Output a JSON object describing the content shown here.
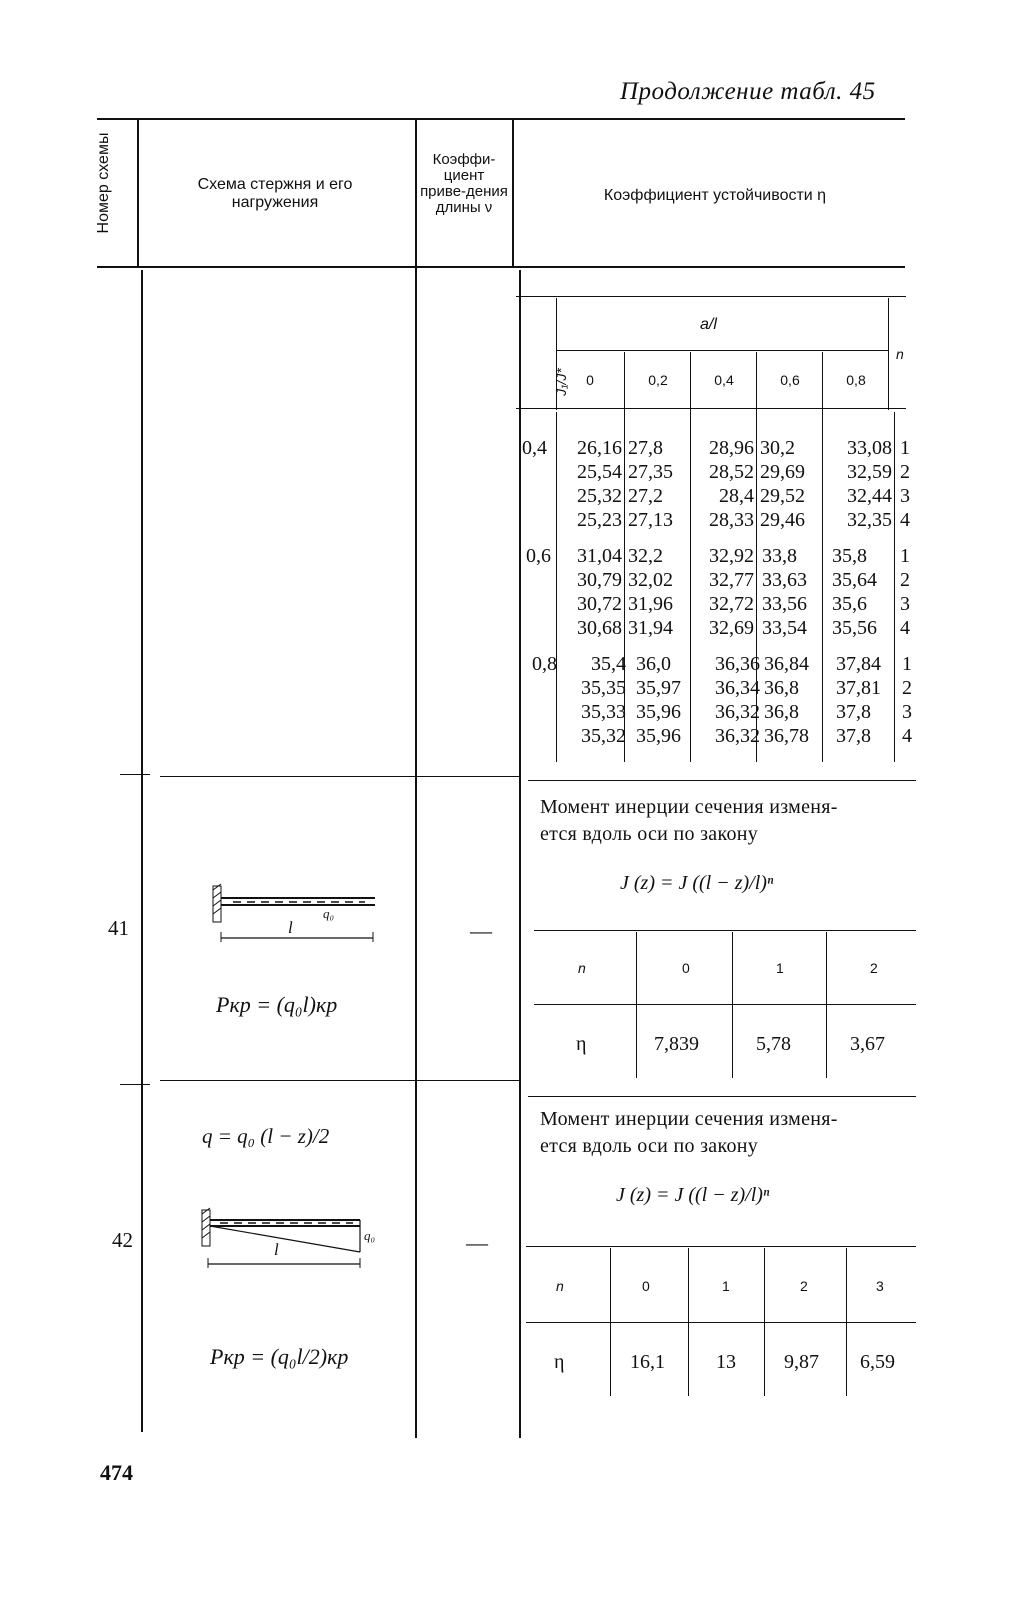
{
  "caption": "Продолжение табл. 45",
  "page_number": "474",
  "header": {
    "col1": "Номер схемы",
    "col2": "Схема стержня и его нагружения",
    "col3": "Коэффи-циент приве-дения длины ν",
    "col4": "Коэффициент устойчивости η"
  },
  "inner_table": {
    "row_header": "J₁/J*",
    "group_header": "a/l",
    "n_header": "n",
    "columns": [
      "0",
      "0,2",
      "0,4",
      "0,6",
      "0,8"
    ],
    "groups": [
      {
        "ratio": "0,4",
        "rows": [
          [
            "26,16",
            "27,8",
            "28,96",
            "30,2",
            "33,08",
            "1"
          ],
          [
            "25,54",
            "27,35",
            "28,52",
            "29,69",
            "32,59",
            "2"
          ],
          [
            "25,32",
            "27,2",
            "28,4",
            "29,52",
            "32,44",
            "3"
          ],
          [
            "25,23",
            "27,13",
            "28,33",
            "29,46",
            "32,35",
            "4"
          ]
        ]
      },
      {
        "ratio": "0,6",
        "rows": [
          [
            "31,04",
            "32,2",
            "32,92",
            "33,8",
            "35,8",
            "1"
          ],
          [
            "30,79",
            "32,02",
            "32,77",
            "33,63",
            "35,64",
            "2"
          ],
          [
            "30,72",
            "31,96",
            "32,72",
            "33,56",
            "35,6",
            "3"
          ],
          [
            "30,68",
            "31,94",
            "32,69",
            "33,54",
            "35,56",
            "4"
          ]
        ]
      },
      {
        "ratio": "0,8",
        "rows": [
          [
            "35,4",
            "36,0",
            "36,36",
            "36,84",
            "37,84",
            "1"
          ],
          [
            "35,35",
            "35,97",
            "36,34",
            "36,8",
            "37,81",
            "2"
          ],
          [
            "35,33",
            "35,96",
            "36,32",
            "36,8",
            "37,8",
            "3"
          ],
          [
            "35,32",
            "35,96",
            "36,32",
            "36,78",
            "37,8",
            "4"
          ]
        ]
      }
    ]
  },
  "scheme41": {
    "number": "41",
    "load_label": "q₀",
    "length_label": "l",
    "formula": "Pкр = (q₀l)кр",
    "nu": "—",
    "text_line1": "Момент инерции сечения изменя-",
    "text_line2": "ется вдоль оси по закону",
    "law": "J (z) = J ((l − z)/l)ⁿ",
    "table": {
      "n_label": "n",
      "eta_label": "η",
      "n": [
        "0",
        "1",
        "2"
      ],
      "eta": [
        "7,839",
        "5,78",
        "3,67"
      ]
    }
  },
  "scheme42": {
    "number": "42",
    "q_formula": "q = q₀ (l − z)/2",
    "load_label": "q₀",
    "length_label": "l",
    "formula": "Pкр = (q₀l/2)кр",
    "nu": "—",
    "text_line1": "Момент инерции сечения изменя-",
    "text_line2": "ется вдоль оси по закону",
    "law": "J (z) = J ((l − z)/l)ⁿ",
    "table": {
      "n_label": "n",
      "eta_label": "η",
      "n": [
        "0",
        "1",
        "2",
        "3"
      ],
      "eta": [
        "16,1",
        "13",
        "9,87",
        "6,59"
      ]
    }
  }
}
